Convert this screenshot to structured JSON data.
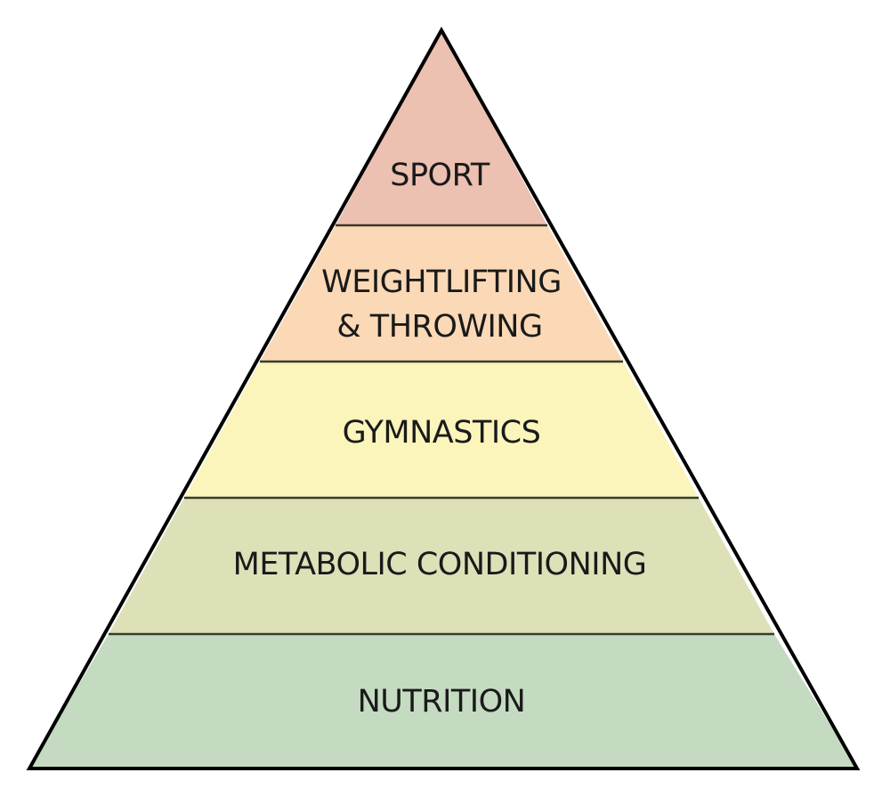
{
  "diagram": {
    "type": "pyramid",
    "levels": [
      {
        "label_lines": [
          "SPORT"
        ],
        "color": "#ecc1b1"
      },
      {
        "label_lines": [
          "WEIGHTLIFTING",
          "& THROWING"
        ],
        "color": "#fbd9b6"
      },
      {
        "label_lines": [
          "GYMNASTICS"
        ],
        "color": "#fbf4bb"
      },
      {
        "label_lines": [
          "METABOLIC CONDITIONING"
        ],
        "color": "#dee1b8"
      },
      {
        "label_lines": [
          "NUTRITION"
        ],
        "color": "#c4dbc1"
      }
    ],
    "outline_color": "#000000",
    "divider_color": "#3a3a2e"
  }
}
